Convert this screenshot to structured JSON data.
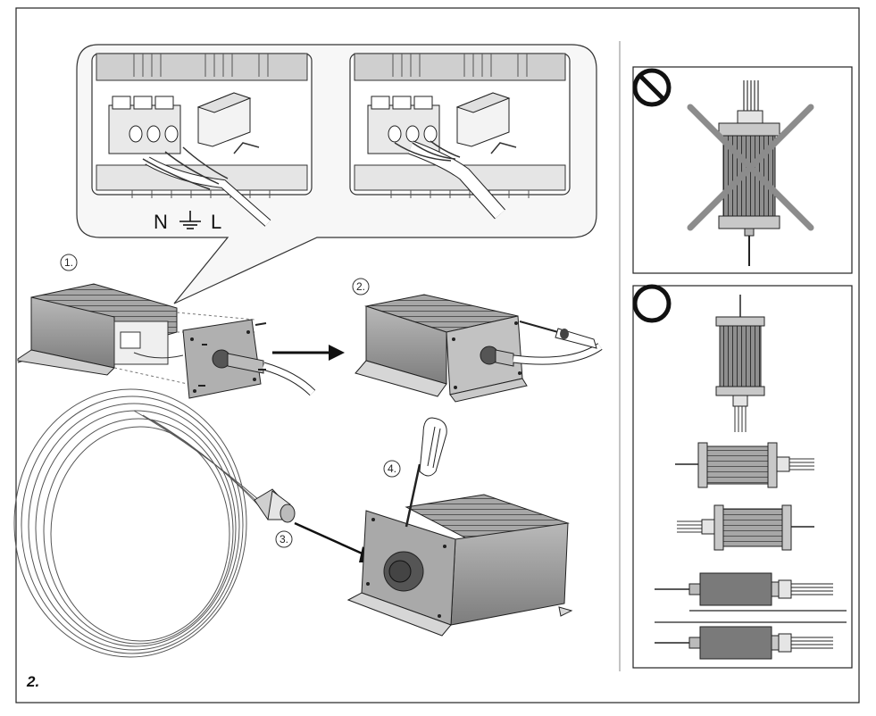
{
  "figure_label": "2.",
  "wiring": {
    "label_n": "N",
    "label_l": "L",
    "earth_symbol": "earth-ground"
  },
  "steps": [
    {
      "label": "1."
    },
    {
      "label": "2."
    },
    {
      "label": "3."
    },
    {
      "label": "4."
    }
  ],
  "mounting": {
    "wrong": {
      "icon": "prohibited-icon"
    },
    "correct": {
      "icon": "allowed-circle-icon",
      "orientations": [
        "vertical-cable-down",
        "horizontal-cable-right",
        "horizontal-cable-left",
        "flat-cable-right",
        "flat-under-surface"
      ]
    }
  },
  "colors": {
    "stroke": "#222222",
    "device": "#9a9a9a",
    "device_dark": "#6e6e6e",
    "cross": "#8c8c8c",
    "panel_bg": "#f2f2f2"
  }
}
